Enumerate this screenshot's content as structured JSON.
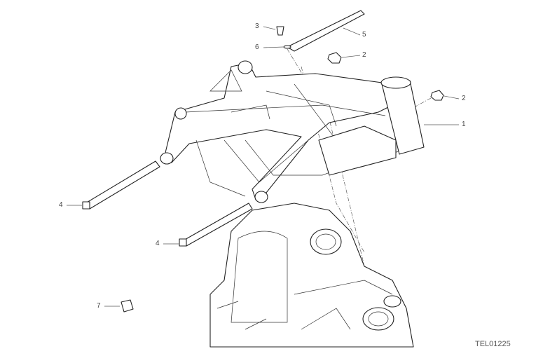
{
  "diagram": {
    "callouts": [
      {
        "id": "callout-3",
        "label": "3"
      },
      {
        "id": "callout-6",
        "label": "6"
      },
      {
        "id": "callout-5",
        "label": "5"
      },
      {
        "id": "callout-2a",
        "label": "2"
      },
      {
        "id": "callout-2b",
        "label": "2"
      },
      {
        "id": "callout-1",
        "label": "1"
      },
      {
        "id": "callout-4a",
        "label": "4"
      },
      {
        "id": "callout-4b",
        "label": "4"
      },
      {
        "id": "callout-7",
        "label": "7"
      }
    ],
    "drawing_code": "TEL01225"
  }
}
